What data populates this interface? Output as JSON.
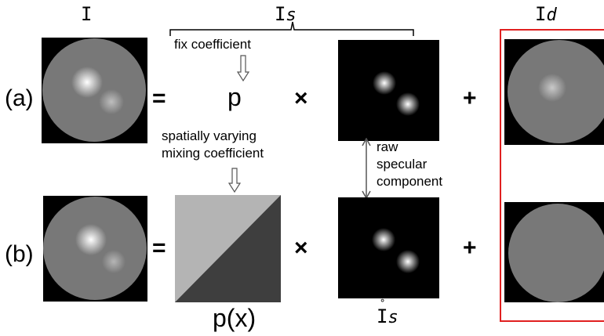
{
  "headers": {
    "input_symbol": "I",
    "specular_symbol": "I",
    "specular_sub": "s",
    "diffuse_symbol": "I",
    "diffuse_sub": "d",
    "raw_specular_symbol": "I",
    "raw_specular_sub": "s"
  },
  "rows": {
    "a": {
      "label": "(a)",
      "coefficient": "p"
    },
    "b": {
      "label": "(b)",
      "coefficient": "p(x)"
    }
  },
  "operators": {
    "equals": "=",
    "times": "×",
    "plus": "+"
  },
  "annotations": {
    "fix_coefficient": "fix coefficient",
    "spatially_varying_line1": "spatially varying",
    "spatially_varying_line2": "mixing coefficient",
    "raw_specular_line1": "raw",
    "raw_specular_line2": "specular",
    "raw_specular_line3": "component"
  },
  "colors": {
    "highlight_box": "#e02020",
    "disk_gray": "#787878",
    "mask_light": "#b4b4b4",
    "mask_dark": "#3e3e3e",
    "arrow_gray": "#555555"
  },
  "icons": {
    "fix_arrow": "hollow-down-arrow-icon",
    "vary_arrow": "hollow-down-arrow-icon",
    "link_arrow": "double-headed-arrow-icon"
  }
}
